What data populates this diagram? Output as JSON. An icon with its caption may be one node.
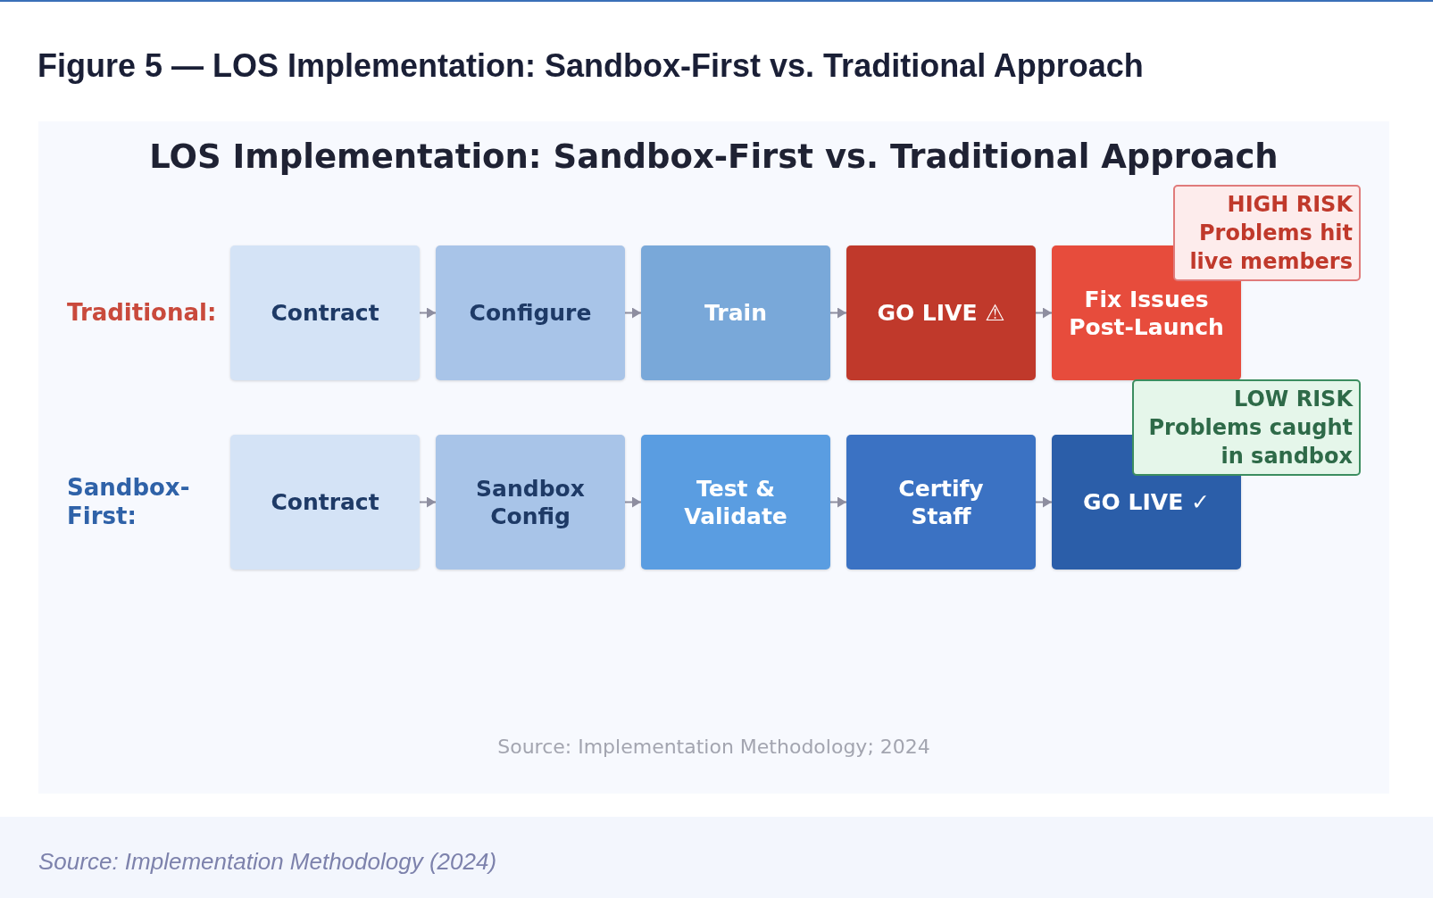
{
  "diagram": {
    "title": "Figure 5 — LOS Implementation: Sandbox-First vs. Traditional Approach",
    "caption": "Source: Implementation Methodology (2024)",
    "nodes": [
      {
        "text": [
          "Contract"
        ]
      },
      {
        "text": [
          "Configure"
        ]
      },
      {
        "text": [
          "Train"
        ]
      },
      {
        "text": [
          "GO LIVE ⚠"
        ]
      },
      {
        "text": [
          "Fix Issues Post-Launch"
        ]
      },
      {
        "text": [
          "HIGH RISK",
          "Problems hit live members"
        ]
      },
      {
        "text": [
          "Contract"
        ]
      },
      {
        "text": [
          "Sandbox Config"
        ]
      },
      {
        "text": [
          "Test & Validate"
        ]
      },
      {
        "text": [
          "Certify Staff"
        ]
      },
      {
        "text": [
          "GO LIVE ✓"
        ]
      },
      {
        "text": [
          "LOW RISK",
          "Problems caught in sandbox"
        ]
      }
    ],
    "edges": [
      {
        "from": 0,
        "to": 1,
        "arrow": "to"
      },
      {
        "from": 1,
        "to": 2,
        "arrow": "to"
      },
      {
        "from": 2,
        "to": 3,
        "arrow": "to"
      },
      {
        "from": 3,
        "to": 4,
        "arrow": "to"
      },
      {
        "from": 6,
        "to": 7,
        "arrow": "to"
      },
      {
        "from": 7,
        "to": 8,
        "arrow": "to"
      },
      {
        "from": 8,
        "to": 9,
        "arrow": "to"
      },
      {
        "from": 9,
        "to": 10,
        "arrow": "to"
      }
    ],
    "labels": [
      "LOS Implementation: Sandbox-First vs. Traditional Approach",
      "Traditional:",
      "Sandbox-First:",
      "Source: Implementation Methodology; 2024"
    ]
  }
}
